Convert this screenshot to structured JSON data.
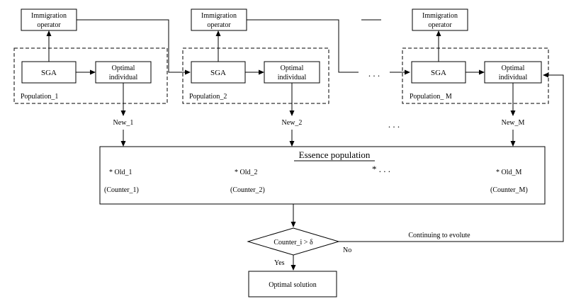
{
  "populations": [
    {
      "immigration": [
        "Immigration",
        "operator"
      ],
      "sga": "SGA",
      "optimal": [
        "Optimal",
        "individual"
      ],
      "population_label": "Population_1",
      "new_label": "New_1",
      "old_label": "* Old_1",
      "counter_label": "(Counter_1)"
    },
    {
      "immigration": [
        "Immigration",
        "operator"
      ],
      "sga": "SGA",
      "optimal": [
        "Optimal",
        "individual"
      ],
      "population_label": "Population_2",
      "new_label": "New_2",
      "old_label": "* Old_2",
      "counter_label": "(Counter_2)"
    },
    {
      "immigration": [
        "Immigration",
        "operator"
      ],
      "sga": "SGA",
      "optimal": [
        "Optimal",
        "individual"
      ],
      "population_label": "Population_ M",
      "new_label": "New_M",
      "old_label": "* Old_M",
      "counter_label": "(Counter_M)"
    }
  ],
  "ellipsis": {
    "top": ". . .",
    "middle": ". . .",
    "essence": "* . . ."
  },
  "essence_title": "Essence population",
  "decision": {
    "text": "Counter_i > δ",
    "yes_label": "Yes",
    "no_label": "No",
    "loop_label": "Continuing to evolute"
  },
  "solution": "Optimal solution"
}
